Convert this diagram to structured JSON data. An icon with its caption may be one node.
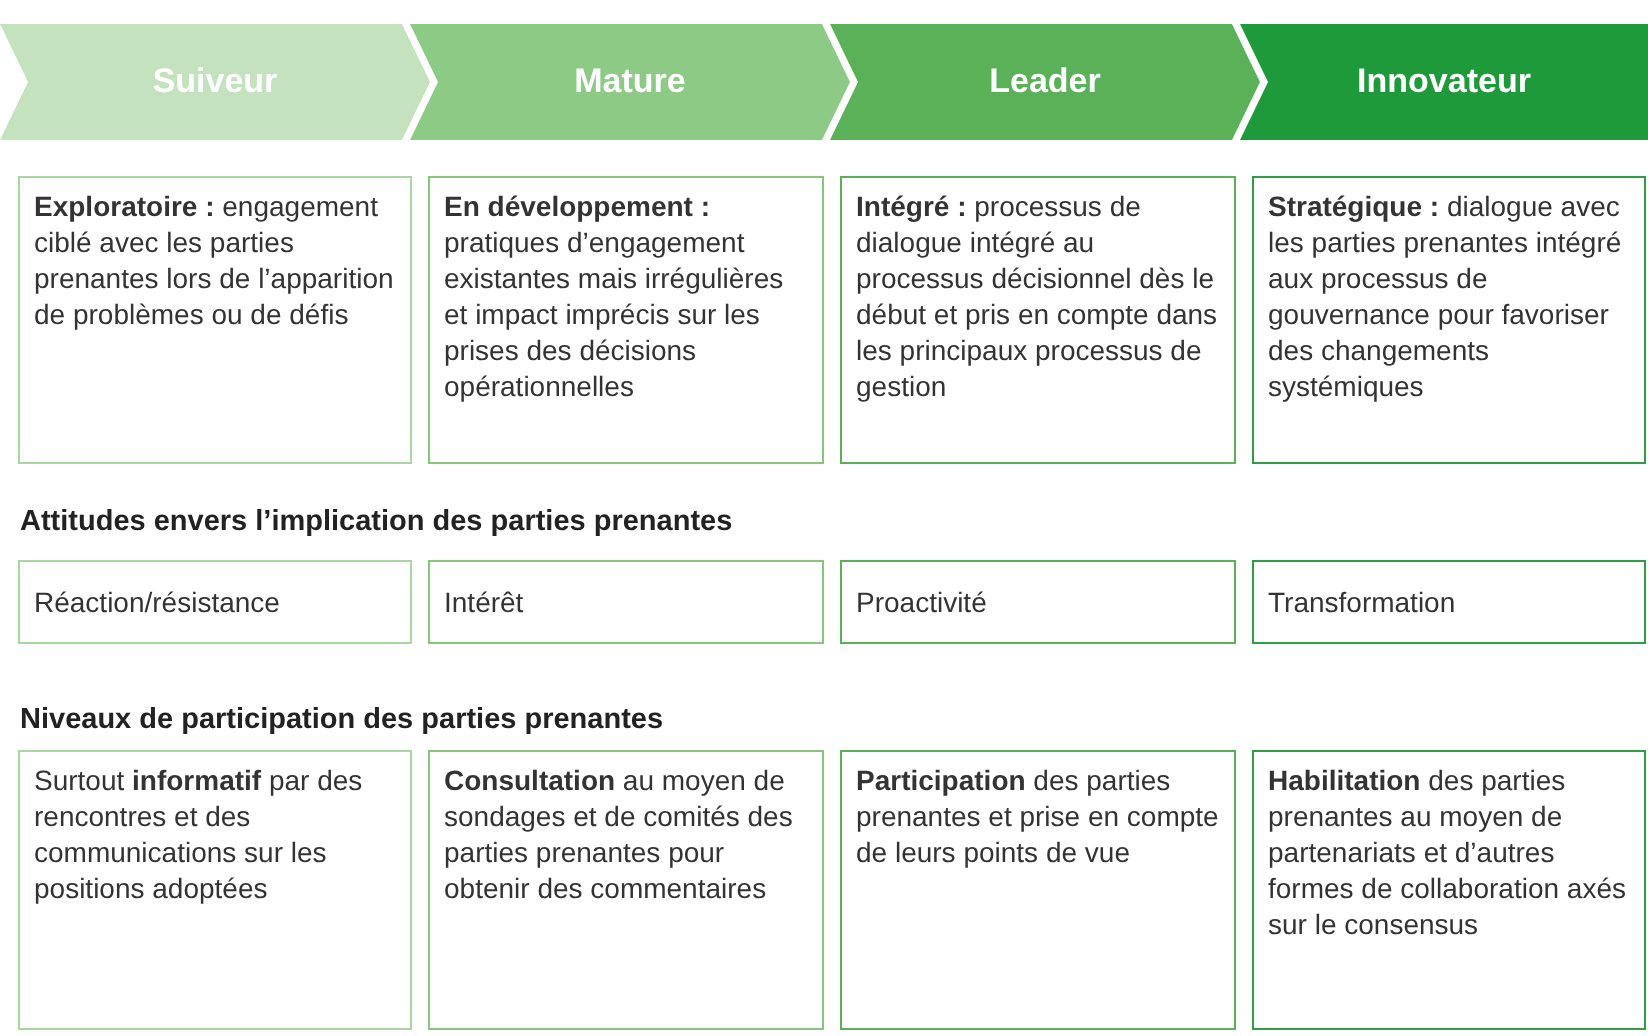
{
  "diagram": {
    "nodes": [
      {
        "text": [
          "Suiveur"
        ]
      },
      {
        "text": [
          "Mature"
        ]
      },
      {
        "text": [
          "Leader"
        ]
      },
      {
        "text": [
          "Innovateur"
        ]
      },
      {
        "text": [
          "**Exploratoire :** engagement ciblé avec les parties prenantes lors de l’apparition de problèmes ou de défis"
        ]
      },
      {
        "text": [
          "**En développement :** pratiques d’engagement existantes mais irrégulières et impact imprécis sur les prises des décisions opérationnelles"
        ]
      },
      {
        "text": [
          "**Intégré :** processus de dialogue  intégré au processus décisionnel dès le début et pris en compte dans les principaux processus de gestion"
        ]
      },
      {
        "text": [
          "**Stratégique :** dialogue avec les parties prenantes intégré aux processus de gouvernance pour favoriser des changements systémiques"
        ]
      },
      {
        "text": [
          "Réaction/résistance"
        ]
      },
      {
        "text": [
          "Intérêt"
        ]
      },
      {
        "text": [
          "Proactivité"
        ]
      },
      {
        "text": [
          "Transformation"
        ]
      },
      {
        "text": [
          "Surtout **informatif** par des rencontres et des communications sur les positions adoptées"
        ]
      },
      {
        "text": [
          "**Consultation** au moyen de sondages et de comités des parties prenantes pour obtenir des commentaires"
        ]
      },
      {
        "text": [
          "**Participation** des parties prenantes et prise en compte de leurs points de vue"
        ]
      },
      {
        "text": [
          "**Habilitation** des parties prenantes au moyen de partenariats et d’autres formes de collaboration axés sur le consensus"
        ]
      }
    ],
    "labels": [
      "Attitudes envers l’implication des parties prenantes",
      "Niveaux de participation des parties prenantes"
    ]
  }
}
